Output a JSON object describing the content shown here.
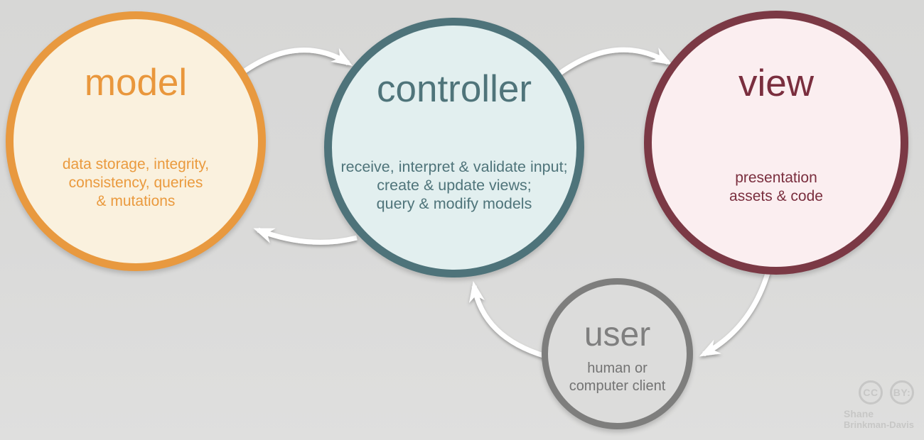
{
  "diagram": {
    "background_top": "#d7d7d6",
    "background_bottom": "#dfdfde",
    "arrow_color": "#ffffff",
    "nodes": {
      "model": {
        "title": "model",
        "description": "data storage, integrity,\nconsistency, queries\n& mutations",
        "border_color": "#e8993f",
        "fill_color": "#faf1de",
        "text_color": "#e9973c"
      },
      "controller": {
        "title": "controller",
        "description": "receive, interpret & validate input;\ncreate & update views;\nquery & modify models",
        "border_color": "#4e737a",
        "fill_color": "#e2efef",
        "text_color": "#4f747a"
      },
      "view": {
        "title": "view",
        "description": "presentation\nassets & code",
        "border_color": "#7b3945",
        "fill_color": "#fbeef0",
        "text_color": "#7a2e3e"
      },
      "user": {
        "title": "user",
        "description": "human or\ncomputer client",
        "border_color": "#7e7e7d",
        "fill_color": "#dcdcdb",
        "text_color": "#7f7f7f"
      }
    },
    "edges": [
      {
        "from": "model",
        "to": "controller"
      },
      {
        "from": "controller",
        "to": "view"
      },
      {
        "from": "controller",
        "to": "model"
      },
      {
        "from": "view",
        "to": "user"
      },
      {
        "from": "user",
        "to": "controller"
      }
    ]
  },
  "attribution": {
    "cc_badge": "CC",
    "by_badge": "BY:",
    "name_line1": "Shane",
    "name_line2": "Brinkman-Davis",
    "color": "#c7c7c6"
  }
}
